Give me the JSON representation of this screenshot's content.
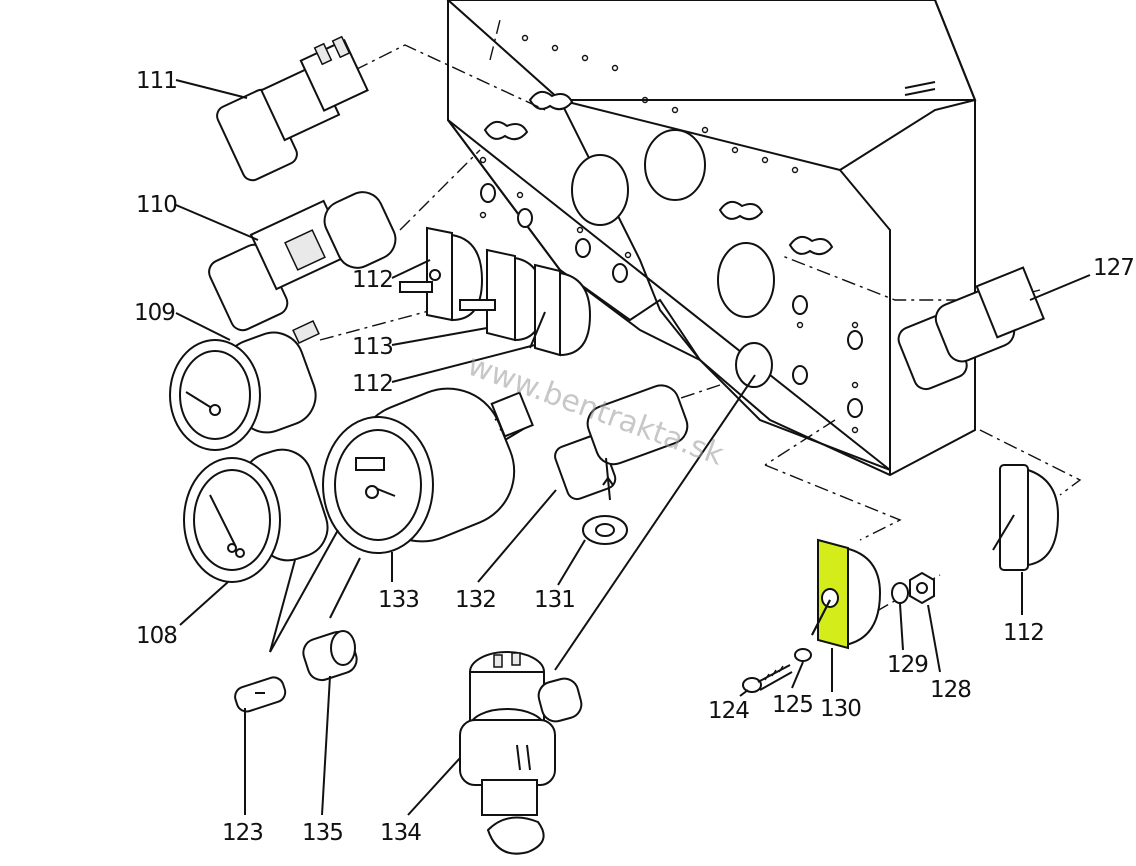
{
  "diagram": {
    "watermark": "www.bentrakta.sk",
    "highlight_color": "#d4ec1a",
    "highlighted_part": "130",
    "labels": {
      "p111": "111",
      "p110": "110",
      "p109": "109",
      "p112a": "112",
      "p113": "113",
      "p112b": "112",
      "p108": "108",
      "p133": "133",
      "p132": "132",
      "p131": "131",
      "p127": "127",
      "p112c": "112",
      "p123": "123",
      "p135": "135",
      "p134": "134",
      "p124": "124",
      "p125": "125",
      "p130": "130",
      "p129": "129",
      "p128": "128"
    }
  }
}
